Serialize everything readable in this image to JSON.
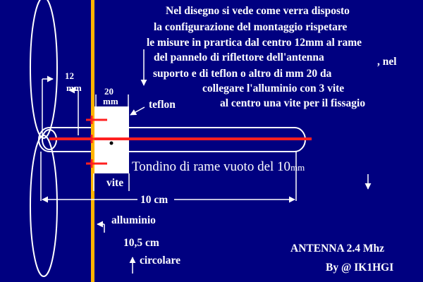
{
  "description_lines": [
    "Nel disegno si vede come verra disposto",
    "la configurazione del montaggio  rispetare",
    "le misure in prartica dal centro 12mm al rame",
    "del pannelo di riflettore dell'antenna",
    "suporto e di teflon o altro di  mm 20  da",
    "collegare l'alluminio con 3 vite",
    "al centro una vite per il fissagio"
  ],
  "nel_label": ", nel",
  "labels": {
    "dim_12": "12",
    "dim_12_unit": "mm",
    "dim_20": "20",
    "dim_20_unit": "mm",
    "teflon": "teflon",
    "rod": "Tondino di rame vuoto del 10",
    "rod_unit": "mm",
    "vite": "vite",
    "dim_10cm": "10 cm",
    "alluminio": "alluminio",
    "dim_105": "10,5 cm",
    "circolare": "circolare"
  },
  "credits": {
    "title": "ANTENNA 2.4 Mhz",
    "author": "By @ IK1HGI"
  },
  "colors": {
    "background": "#000080",
    "line": "#ffffff",
    "reflector": "#ffb400",
    "copper_rod": "#ff2020",
    "screws": "#ff2020",
    "support": "#ffffff"
  }
}
